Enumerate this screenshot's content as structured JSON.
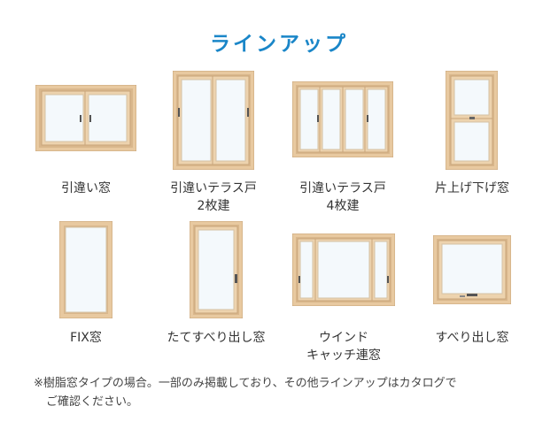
{
  "title": "ラインアップ",
  "items": [
    {
      "lines": [
        "引違い窓"
      ]
    },
    {
      "lines": [
        "引違いテラス戸",
        "2枚建"
      ]
    },
    {
      "lines": [
        "引違いテラス戸",
        "4枚建"
      ]
    },
    {
      "lines": [
        "片上げ下げ窓"
      ]
    },
    {
      "lines": [
        "FIX窓"
      ]
    },
    {
      "lines": [
        "たてすべり出し窓"
      ]
    },
    {
      "lines": [
        "ウインド",
        "キャッチ連窓"
      ]
    },
    {
      "lines": [
        "すべり出し窓"
      ]
    }
  ],
  "note": {
    "line1": "※樹脂窓タイプの場合。一部のみ掲載しており、その他ラインアップはカタログで",
    "line2": "ご確認ください。"
  },
  "colors": {
    "title": "#1a86c8",
    "wood": "#e8c9a0",
    "wood_dark": "#c9a57a",
    "glass": "#f4f9fc"
  }
}
